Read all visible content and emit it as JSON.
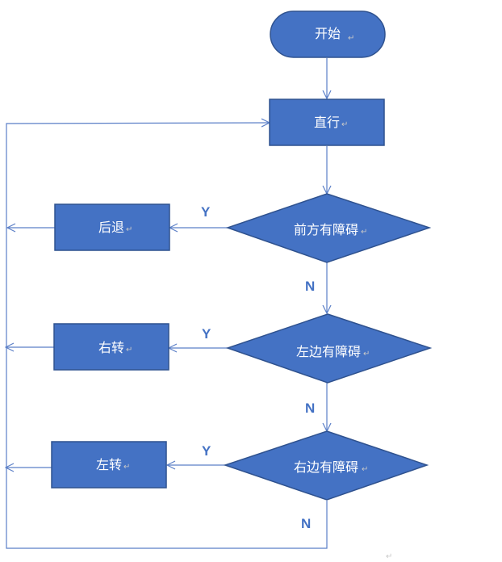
{
  "colors": {
    "fill": "#4472c4",
    "stroke": "#2f528f",
    "edge": "#5b7fc7",
    "label": "#4472c4"
  },
  "nodes": {
    "start": "开始",
    "straight": "直行",
    "front_obstacle": "前方有障碍",
    "back": "后退",
    "left_obstacle": "左边有障碍",
    "turn_right": "右转",
    "right_obstacle": "右边有障碍",
    "turn_left": "左转"
  },
  "branch_labels": {
    "yes": "Y",
    "no": "N"
  }
}
